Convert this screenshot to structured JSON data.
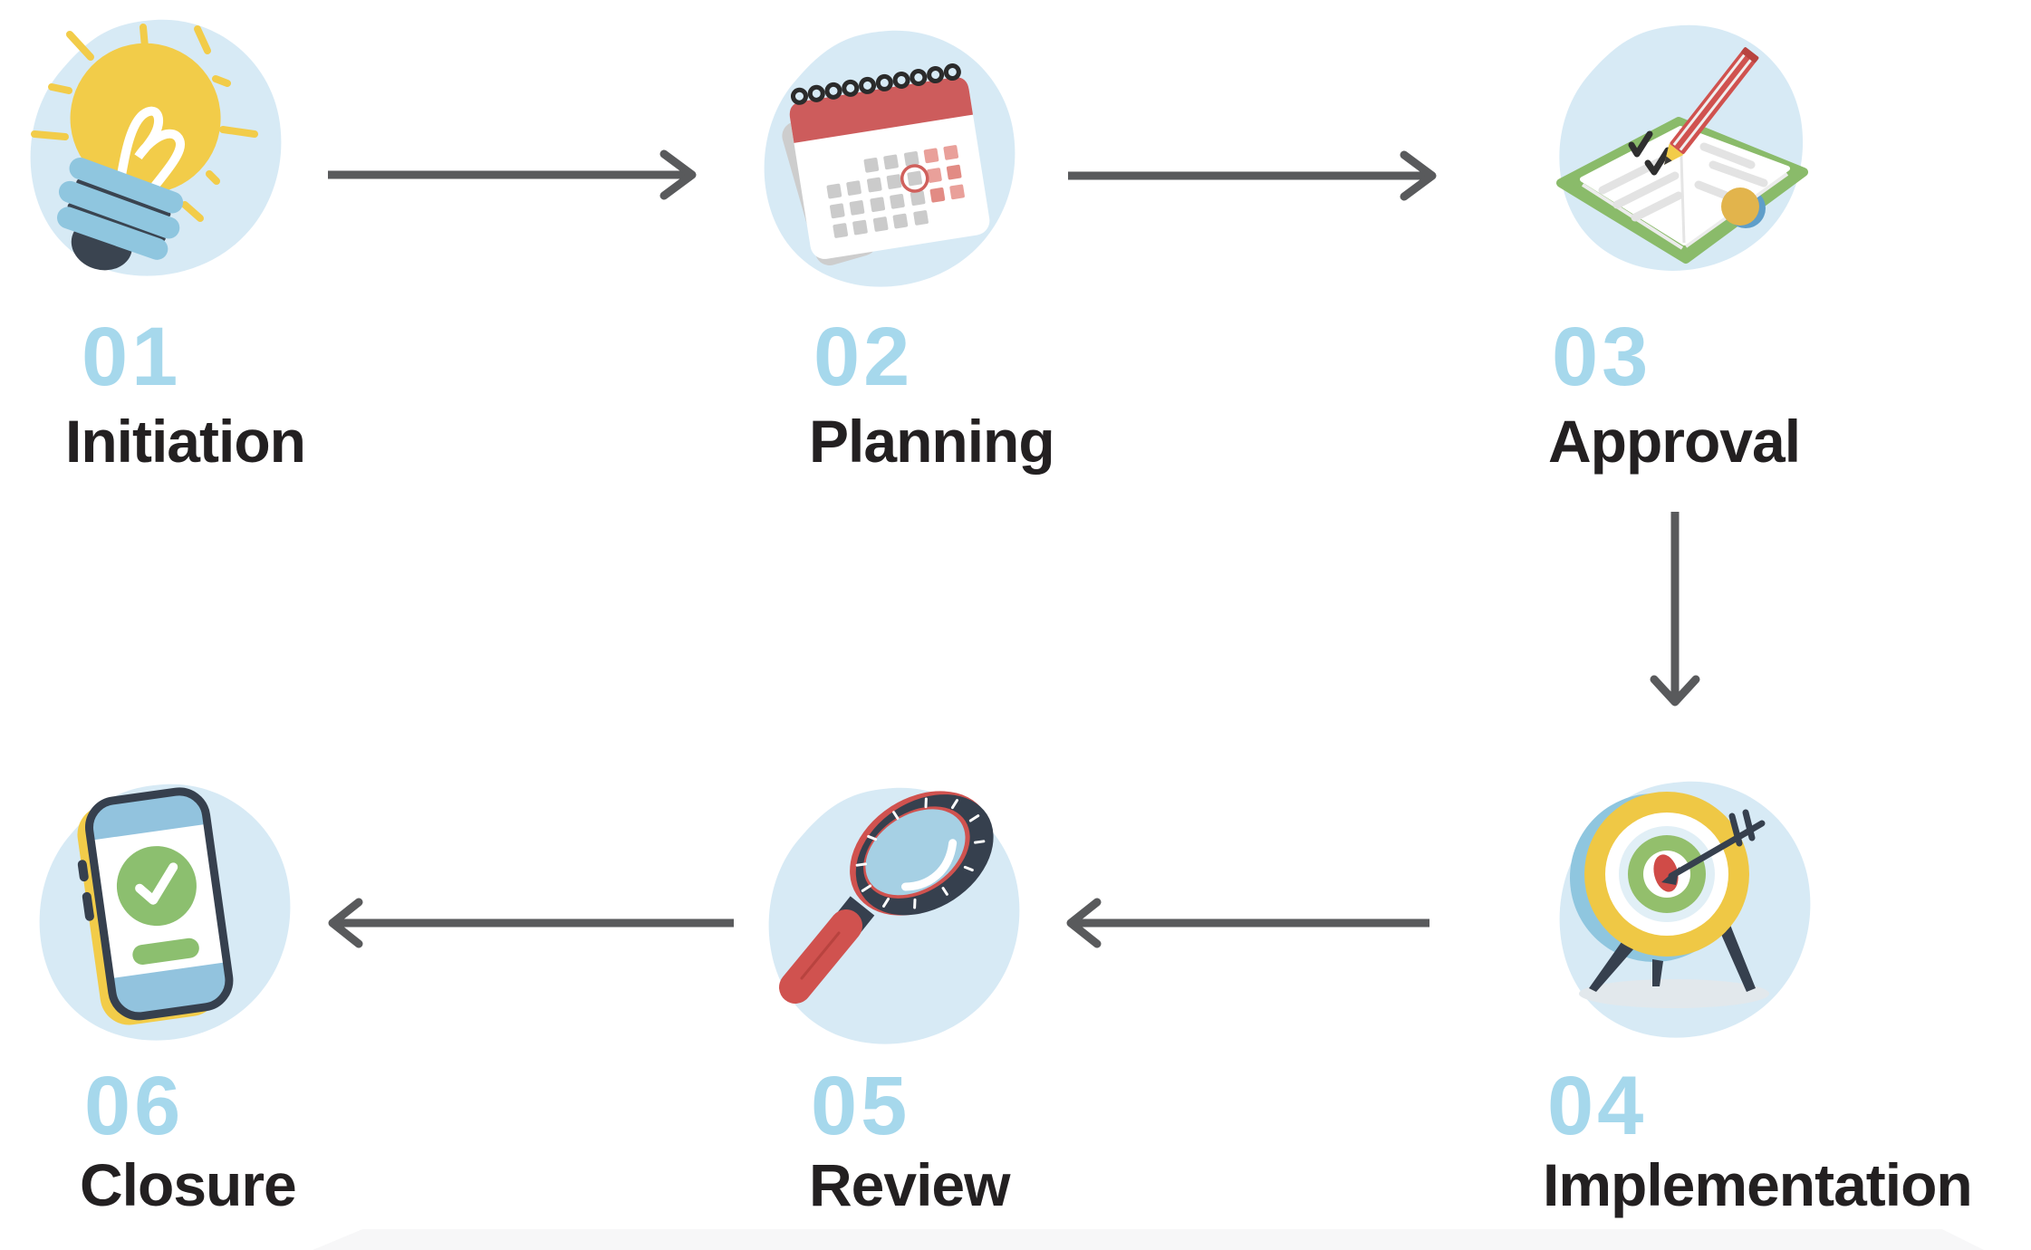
{
  "diagram": {
    "type": "process-flow",
    "background": "#FFFFFF",
    "steps": [
      {
        "number": "01",
        "label": "Initiation",
        "icon": "lightbulb-icon"
      },
      {
        "number": "02",
        "label": "Planning",
        "icon": "calendar-icon"
      },
      {
        "number": "03",
        "label": "Approval",
        "icon": "book-pencil-icon"
      },
      {
        "number": "04",
        "label": "Implementation",
        "icon": "target-icon"
      },
      {
        "number": "05",
        "label": "Review",
        "icon": "magnifying-glass-icon"
      },
      {
        "number": "06",
        "label": "Closure",
        "icon": "phone-check-icon"
      }
    ],
    "connectors": [
      {
        "from": "Initiation",
        "to": "Planning",
        "direction": "right"
      },
      {
        "from": "Planning",
        "to": "Approval",
        "direction": "right"
      },
      {
        "from": "Approval",
        "to": "Implementation",
        "direction": "down"
      },
      {
        "from": "Implementation",
        "to": "Review",
        "direction": "left"
      },
      {
        "from": "Review",
        "to": "Closure",
        "direction": "left"
      }
    ],
    "colors": {
      "step_number": "#A6D8EC",
      "step_label": "#232021",
      "arrow": "#595A5C",
      "icon_background_blob": "#D7EAF5",
      "accent_yellow": "#F2CC49",
      "accent_red": "#D0524F",
      "accent_green": "#8CBF6F",
      "accent_navy": "#36404E",
      "accent_light_blue": "#8FC6DF"
    }
  }
}
